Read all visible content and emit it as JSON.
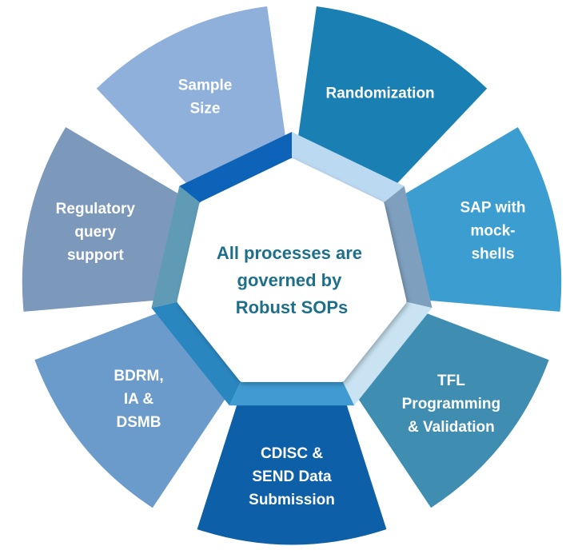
{
  "center": {
    "lines": [
      "All processes are",
      "governed by",
      "Robust SOPs"
    ]
  },
  "segments": [
    {
      "id": "randomization",
      "lines": [
        "Randomization"
      ],
      "color": "#1a80b4",
      "ring_color": "#bcd9f2"
    },
    {
      "id": "sap",
      "lines": [
        "SAP with",
        "mock-",
        "shells"
      ],
      "color": "#3c9ed0",
      "ring_color": "#7e9fbe"
    },
    {
      "id": "tfl",
      "lines": [
        "TFL",
        "Programming",
        "& Validation"
      ],
      "color": "#3f8eb2",
      "ring_color": "#c9e3f2"
    },
    {
      "id": "cdisc",
      "lines": [
        "CDISC &",
        "SEND Data",
        "Submission"
      ],
      "color": "#0d5fa8",
      "ring_color": "#3f9bd1"
    },
    {
      "id": "bdrm",
      "lines": [
        "BDRM,",
        "IA &",
        "DSMB"
      ],
      "color": "#6b9bcb",
      "ring_color": "#2a86bf"
    },
    {
      "id": "regulatory",
      "lines": [
        "Regulatory",
        "query",
        "support"
      ],
      "color": "#7c98bb",
      "ring_color": "#5f9bb5"
    },
    {
      "id": "sample-size",
      "lines": [
        "Sample",
        "Size"
      ],
      "color": "#8eb0da",
      "ring_color": "#0d63b8"
    }
  ]
}
